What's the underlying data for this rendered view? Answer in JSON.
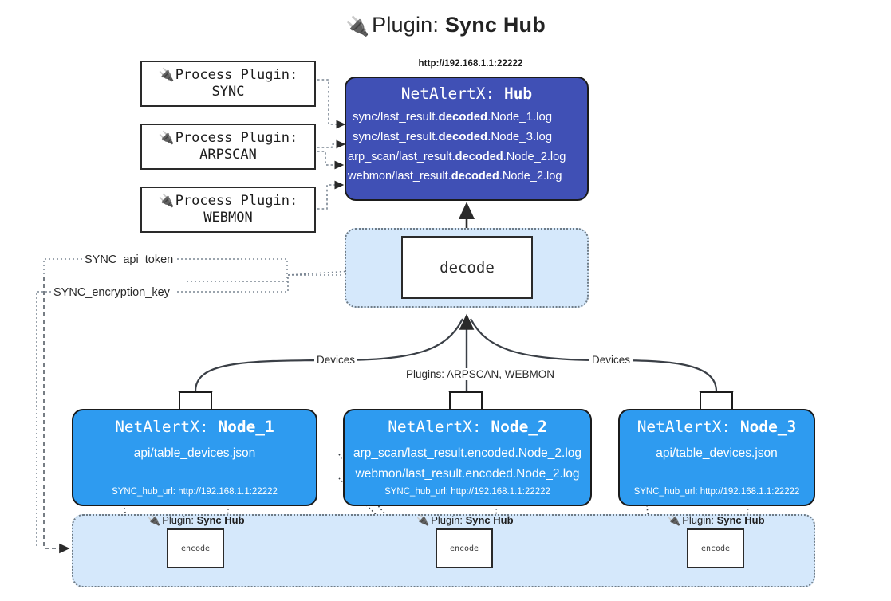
{
  "title": {
    "icon": "plug-icon",
    "prefix": "Plugin:",
    "name": "Sync Hub"
  },
  "process_plugins": [
    {
      "icon": "plug-icon",
      "line1": "Process Plugin:",
      "line2": "SYNC"
    },
    {
      "icon": "plug-icon",
      "line1": "Process Plugin:",
      "line2": "ARPSCAN"
    },
    {
      "icon": "plug-icon",
      "line1": "Process Plugin:",
      "line2": "WEBMON"
    }
  ],
  "hub": {
    "url": "http://192.168.1.1:22222",
    "title_prefix": "NetAlertX:",
    "title_name": "Hub",
    "logs": [
      {
        "pre": "sync/last_result.",
        "em": "decoded",
        "post": ".Node_1.log"
      },
      {
        "pre": "sync/last_result.",
        "em": "decoded",
        "post": ".Node_3.log"
      },
      {
        "pre": "arp_scan/last_result.",
        "em": "decoded",
        "post": ".Node_2.log"
      },
      {
        "pre": "webmon/last_result.",
        "em": "decoded",
        "post": ".Node_2.log"
      }
    ]
  },
  "decode": {
    "label": "decode"
  },
  "settings": {
    "api_token": "SYNC_api_token",
    "encryption_key": "SYNC_encryption_key"
  },
  "edges": {
    "devices_left": "Devices",
    "devices_right": "Devices",
    "plugins_mid": "Plugins: ARPSCAN, WEBMON"
  },
  "nodes": [
    {
      "title_prefix": "NetAlertX:",
      "title_name": "Node_1",
      "lines": [
        "api/table_devices.json"
      ],
      "footer": "SYNC_hub_url: http://192.168.1.1:22222",
      "envelope": "envelope-icon"
    },
    {
      "title_prefix": "NetAlertX:",
      "title_name": "Node_2",
      "lines": [
        "arp_scan/last_result.encoded.Node_2.log",
        "webmon/last_result.encoded.Node_2.log"
      ],
      "footer": "SYNC_hub_url: http://192.168.1.1:22222",
      "envelope": "envelope-icon"
    },
    {
      "title_prefix": "NetAlertX:",
      "title_name": "Node_3",
      "lines": [
        "api/table_devices.json"
      ],
      "footer": "SYNC_hub_url: http://192.168.1.1:22222",
      "envelope": "envelope-icon"
    }
  ],
  "bottom_plugins": [
    {
      "icon": "plug-icon",
      "prefix": "Plugin:",
      "name": "Sync Hub",
      "box": "encode"
    },
    {
      "icon": "plug-icon",
      "prefix": "Plugin:",
      "name": "Sync Hub",
      "box": "encode"
    },
    {
      "icon": "plug-icon",
      "prefix": "Plugin:",
      "name": "Sync Hub",
      "box": "encode"
    }
  ],
  "colors": {
    "hub_blue": "#4050b5",
    "node_blue": "#2e9bf0",
    "zone_blue": "#d5e8fb",
    "stroke": "#1b1b1b",
    "dotted": "#6f7c87"
  }
}
